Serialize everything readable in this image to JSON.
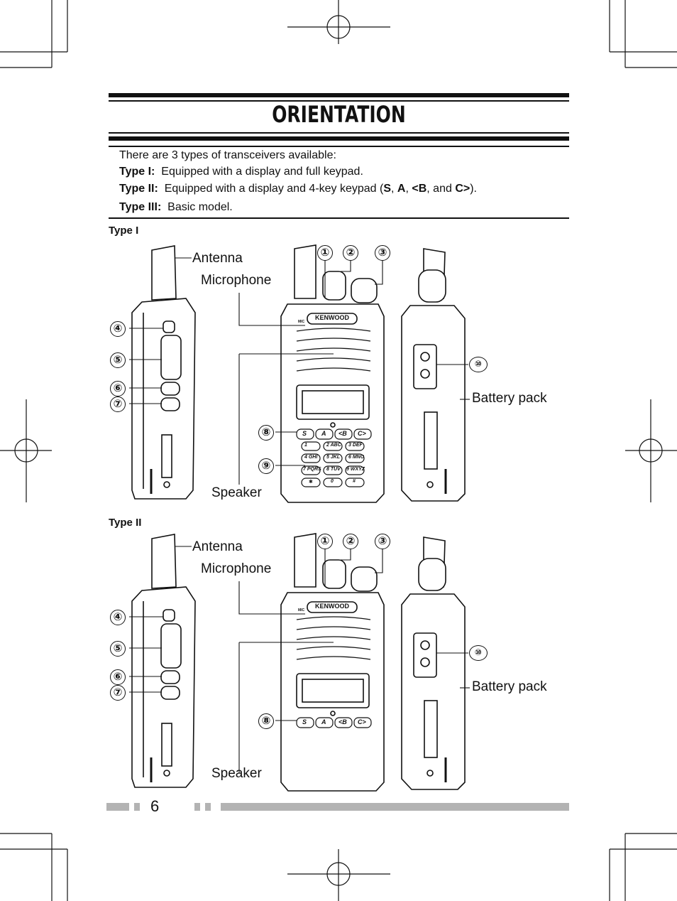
{
  "title": "ORIENTATION",
  "intro": {
    "line1": "There are 3 types of transceivers available:",
    "type1_label": "Type I:",
    "type1_text": "Equipped with a display and full keypad.",
    "type2_label": "Type II:",
    "type2_text_a": "Equipped with a display and 4-key keypad (",
    "type2_k1": "S",
    "type2_sep1": ", ",
    "type2_k2": "A",
    "type2_sep2": ", ",
    "type2_k3": "<B",
    "type2_sep3": ", and ",
    "type2_k4": "C>",
    "type2_end": ").",
    "type3_label": "Type III:",
    "type3_text": "Basic model."
  },
  "sections": [
    {
      "heading": "Type I",
      "labels": {
        "antenna": "Antenna",
        "microphone": "Microphone",
        "speaker": "Speaker",
        "battery": "Battery pack"
      },
      "callouts": [
        "①",
        "②",
        "③",
        "④",
        "⑤",
        "⑥",
        "⑦",
        "⑧",
        "⑨",
        "⑩"
      ]
    },
    {
      "heading": "Type II",
      "labels": {
        "antenna": "Antenna",
        "microphone": "Microphone",
        "speaker": "Speaker",
        "battery": "Battery pack"
      },
      "callouts": [
        "①",
        "②",
        "③",
        "④",
        "⑤",
        "⑥",
        "⑦",
        "⑧",
        "⑩"
      ]
    }
  ],
  "keypad": {
    "top_keys": [
      "S",
      "A",
      "<B",
      "C>"
    ],
    "number_keys": [
      "1",
      "2 ABC",
      "3 DEF",
      "4 GHI",
      "5 JKL",
      "6 MNO",
      "7 PQRS",
      "8 TUV",
      "9 WXYZ",
      "✱",
      "0",
      "#"
    ]
  },
  "brand": "KENWOOD",
  "mic_mark": "MIC",
  "page_number": "6",
  "colors": {
    "ink": "#111111",
    "footer_bar": "#b3b3b3"
  }
}
